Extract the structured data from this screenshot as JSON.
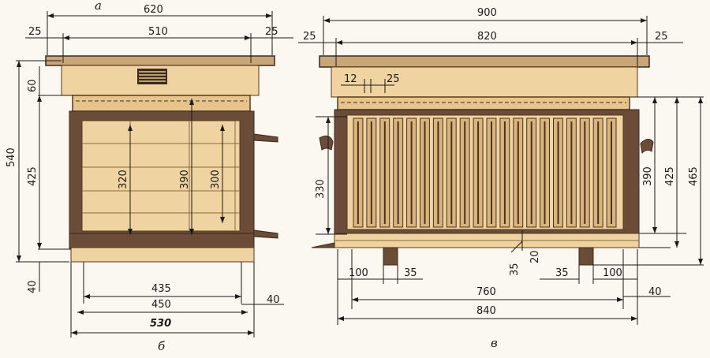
{
  "front_view": {
    "caption_top": "а",
    "caption_bottom": "б",
    "dims": {
      "overall_width": "620",
      "inner_width": "510",
      "left_overhang": "25",
      "right_overhang": "25",
      "total_height": "540",
      "roof_height": "60",
      "body_height": "425",
      "frame_320": "320",
      "frame_390": "390",
      "frame_300": "300",
      "leg_height": "40",
      "bottom_435": "435",
      "bottom_450": "450",
      "bottom_530": "530",
      "bottom_right_40": "40"
    }
  },
  "side_view": {
    "caption_bottom": "в",
    "dims": {
      "overall_width": "900",
      "inner_width": "820",
      "left_overhang": "25",
      "right_overhang": "25",
      "frame_gap_12": "12",
      "frame_width_25": "25",
      "frame_height_330": "330",
      "height_390": "390",
      "height_425": "425",
      "height_465": "465",
      "left_100": "100",
      "left_35": "35",
      "center_35": "35",
      "center_20": "20",
      "right_35": "35",
      "right_100": "100",
      "base_760": "760",
      "base_840": "840",
      "right_40": "40"
    }
  },
  "colors": {
    "wood": "#e7c48a",
    "wood_dark": "#6a4c38",
    "roof": "#c9a678",
    "line": "#1a1a1a",
    "background": "#fbf8f1"
  }
}
